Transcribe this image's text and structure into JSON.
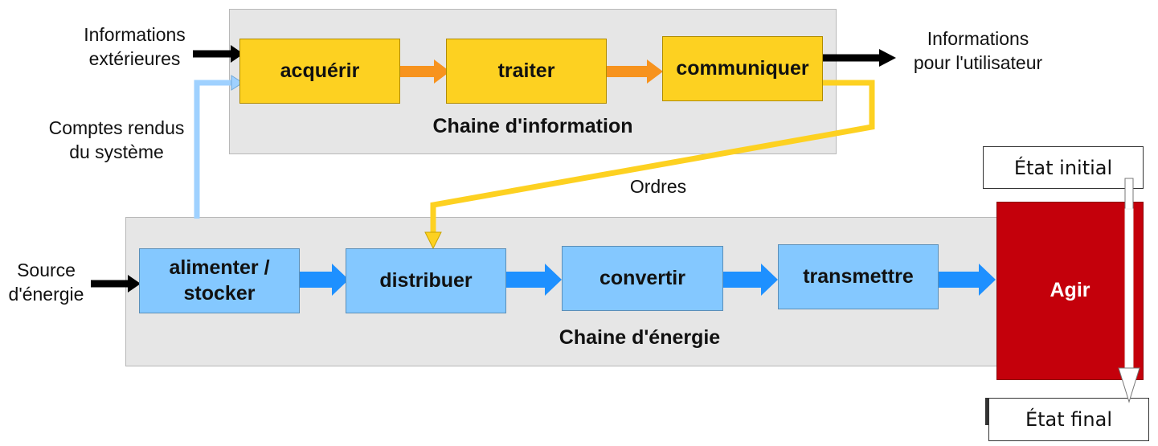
{
  "info_chain": {
    "title": "Chaine d'information",
    "boxes": [
      "acquérir",
      "traiter",
      "communiquer"
    ],
    "color": "#fdd121"
  },
  "energy_chain": {
    "title": "Chaine d'énergie",
    "boxes": [
      "alimenter /\nstocker",
      "distribuer",
      "convertir",
      "transmettre"
    ],
    "color": "#84c8ff"
  },
  "agir": {
    "label": "Agir",
    "color": "#c4000b"
  },
  "labels": {
    "external_info": "Informations\nextérieures",
    "user_info": "Informations\npour l'utilisateur",
    "system_reports": "Comptes rendus\ndu système",
    "orders": "Ordres",
    "energy_source": "Source\nd'énergie",
    "initial_state": "État initial",
    "final_state": "État final"
  },
  "colors": {
    "information_arrow": "#f7931e",
    "energy_arrow": "#1e90ff",
    "report_line": "#9fd1ff",
    "order_line": "#fdd121",
    "external_arrow": "#000000"
  },
  "icons": [
    "arrow-right-icon",
    "arrow-down-icon"
  ]
}
